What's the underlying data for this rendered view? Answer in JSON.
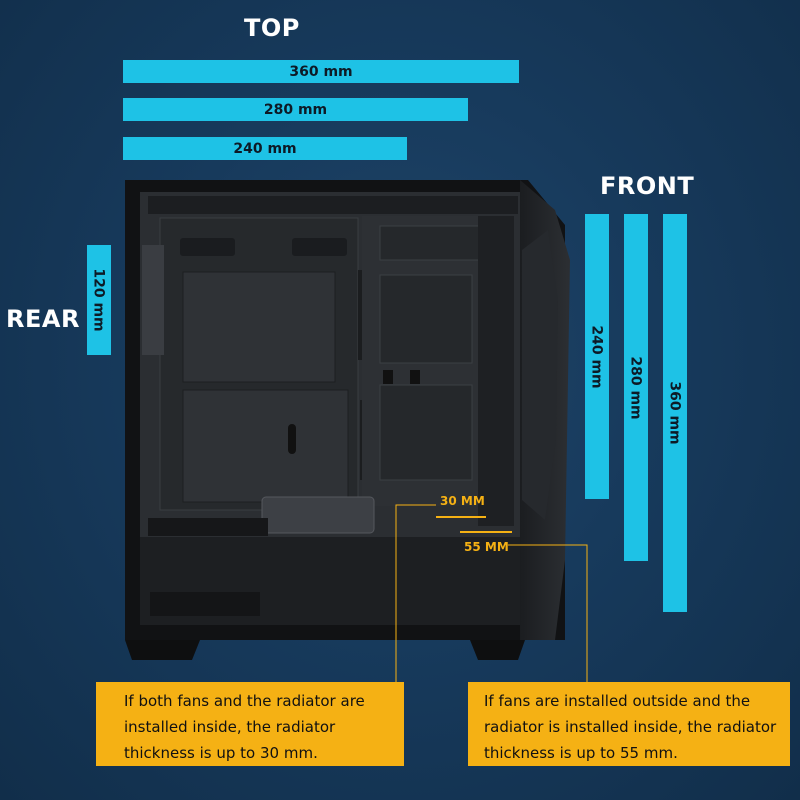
{
  "labels": {
    "top": "TOP",
    "front": "FRONT",
    "rear": "REAR"
  },
  "top_sizes": [
    "360 mm",
    "280 mm",
    "240 mm"
  ],
  "rear_sizes": [
    "120 mm"
  ],
  "front_sizes": [
    "240 mm",
    "280 mm",
    "360 mm"
  ],
  "clearance": {
    "inner": "30 MM",
    "outer": "55 MM"
  },
  "callouts": {
    "inside": "If both fans and the radiator are installed inside, the radiator thickness is up to 30 mm.",
    "outside": "If fans are installed outside and the radiator is installed inside, the radiator thickness is up to 55 mm."
  },
  "colors": {
    "background": "#173a5c",
    "bar": "#1ec2e6",
    "callout": "#f5b114",
    "text": "#ffffff"
  }
}
